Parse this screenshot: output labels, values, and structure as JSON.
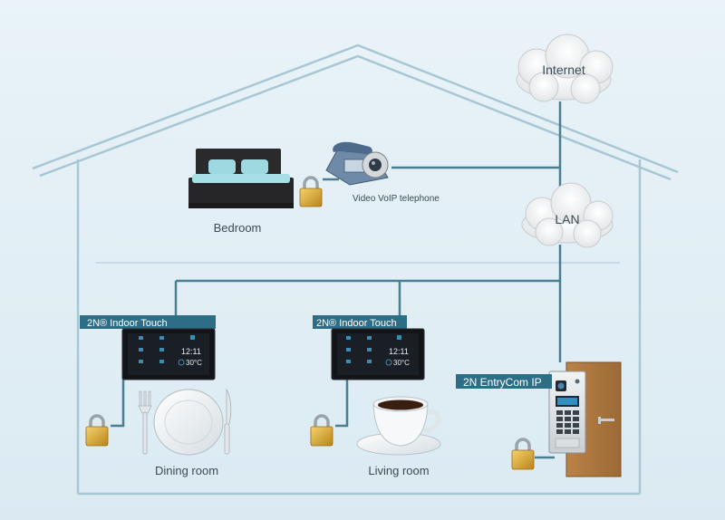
{
  "clouds": {
    "internet": "Internet",
    "lan": "LAN"
  },
  "rooms": {
    "bedroom": "Bedroom",
    "dining": "Dining room",
    "living": "Living room"
  },
  "devices": {
    "phone_label": "Video VoIP telephone",
    "indoor_touch_1_label": "2N® Indoor Touch",
    "indoor_touch_2_label": "2N® Indoor Touch",
    "entrycom_label": "2N EntryCom IP",
    "screen_time": "12:11",
    "screen_temp": "30°C"
  },
  "colors": {
    "background": "#e6f1f7",
    "wire": "#4a7f92",
    "house_outline": "#9dbfcf",
    "label_box": "#2e6d86",
    "lock_gold": "#d9a92f",
    "door": "#b07840"
  }
}
